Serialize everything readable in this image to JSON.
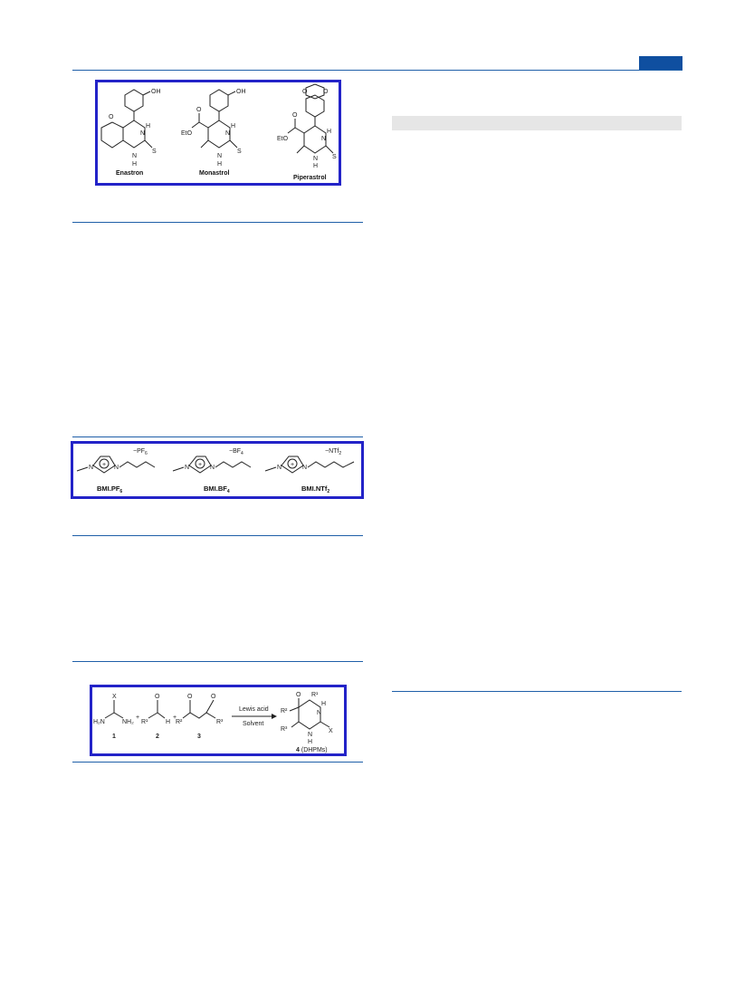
{
  "figure1": {
    "compounds": [
      {
        "name": "Enastron",
        "substituent": "OH"
      },
      {
        "name": "Monastrol",
        "substituent": "OH",
        "ester": "EtO"
      },
      {
        "name": "Piperastrol",
        "ester": "EtO"
      }
    ],
    "atoms": {
      "H": "H",
      "N": "N",
      "S": "S",
      "O": "O"
    }
  },
  "figure2": {
    "ionic_liquids": [
      {
        "name": "BMI.PF",
        "sub": "6",
        "anion": "PF",
        "anion_sub": "6"
      },
      {
        "name": "BMI.BF",
        "sub": "4",
        "anion": "BF",
        "anion_sub": "4"
      },
      {
        "name": "BMI.NTf",
        "sub": "2",
        "anion": "NTf",
        "anion_sub": "2"
      }
    ],
    "charge": "+",
    "neg": "−",
    "N": "N"
  },
  "figure3": {
    "reagent1": {
      "number": "1",
      "X": "X",
      "left": "H₂N",
      "right": "NH₂"
    },
    "reagent2": {
      "number": "2",
      "R": "R¹",
      "H": "H"
    },
    "reagent3": {
      "number": "3",
      "R_left": "R²",
      "R_right": "R³"
    },
    "plus": "+",
    "arrow_top": "Lewis acid",
    "arrow_bottom": "Solvent",
    "product": {
      "number": "4",
      "label": "(DHPMs)",
      "R1": "R¹",
      "R2": "R²",
      "R3": "R³",
      "X": "X",
      "H": "H",
      "N": "N",
      "O": "O"
    }
  }
}
